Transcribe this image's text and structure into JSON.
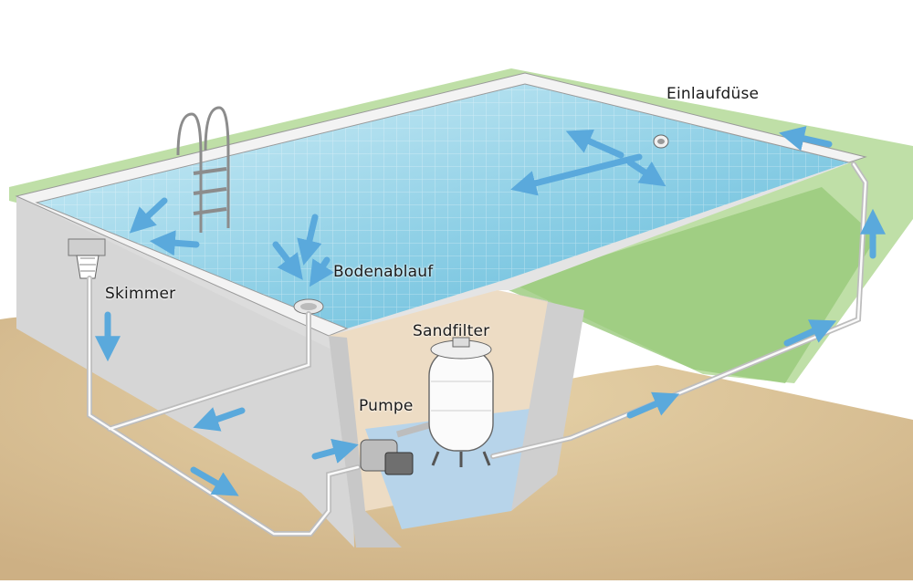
{
  "diagram": {
    "labels": {
      "einlaufduese": "Einlaufdüse",
      "bodenablauf": "Bodenablauf",
      "skimmer": "Skimmer",
      "sandfilter": "Sandfilter",
      "pumpe": "Pumpe"
    },
    "colors": {
      "water_light": "#bfe6f3",
      "water_dark": "#6fc3df",
      "tile_line": "#ffffff",
      "concrete": "#e6e6e6",
      "concrete_shadow": "#c9c9c9",
      "soil": "#dcc49a",
      "grass": "#8cc16b",
      "arrow": "#5aa9dc",
      "pipe": "#f2f2f2",
      "pit_floor": "#b9d6ec",
      "pit_wall": "#eadbc5"
    }
  }
}
